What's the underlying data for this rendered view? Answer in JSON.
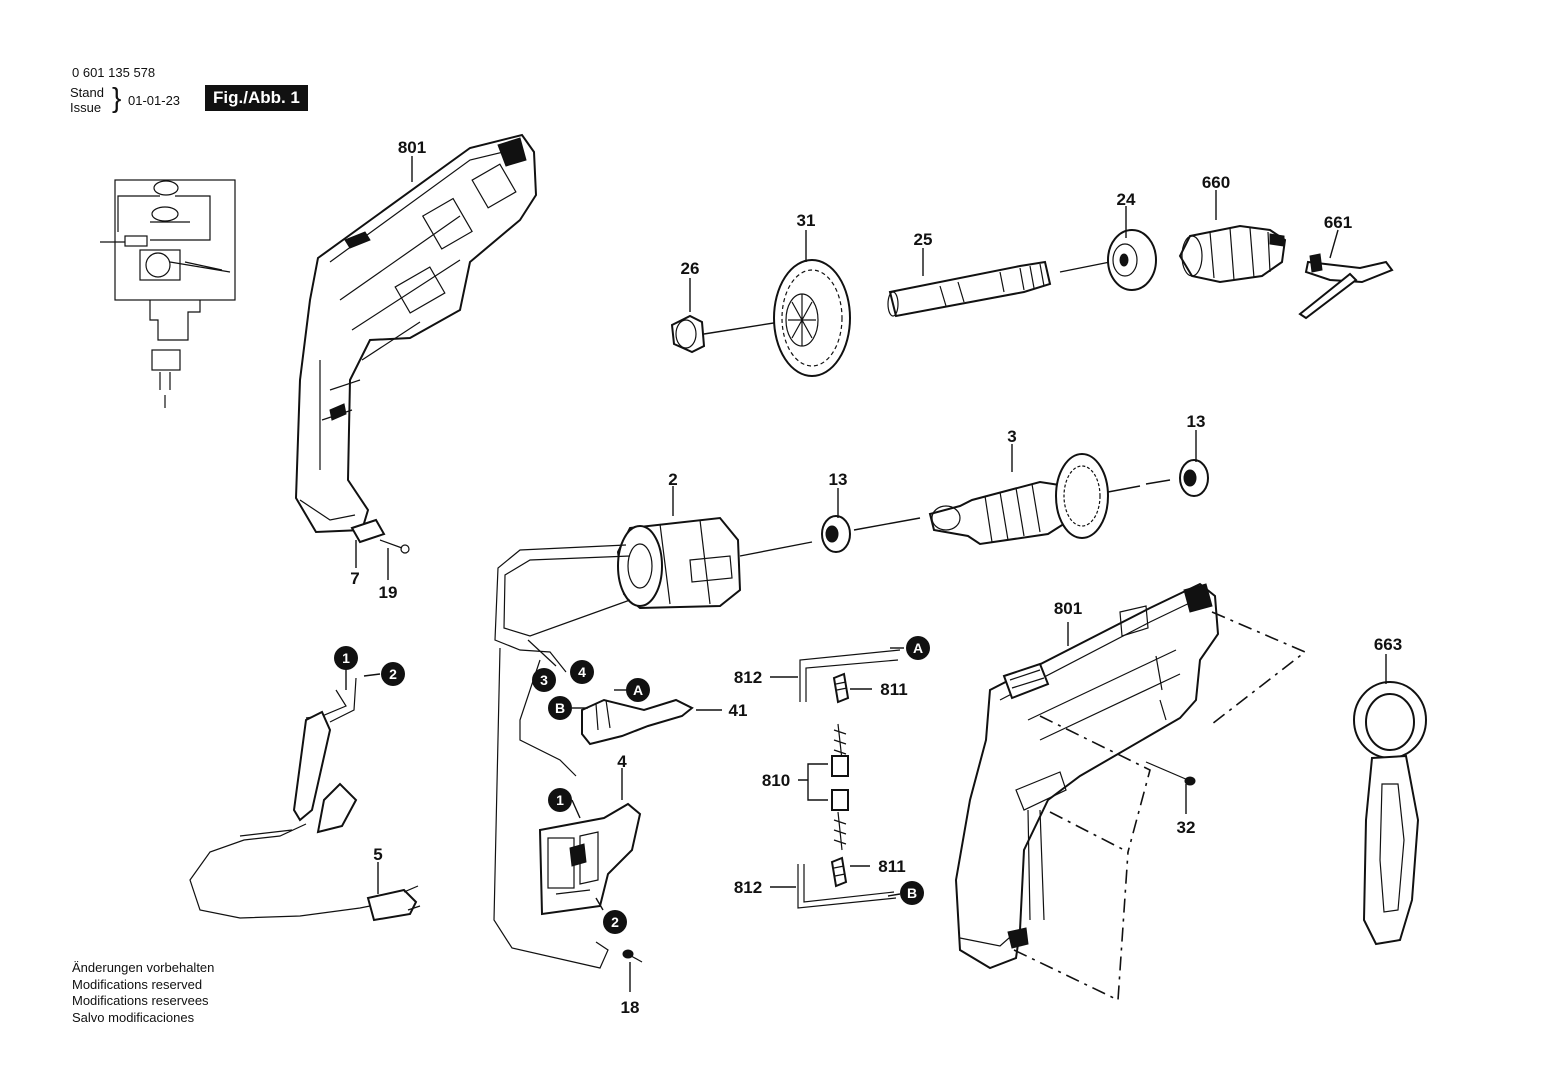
{
  "header": {
    "part_number": "0 601 135 578",
    "stand_label": "Stand",
    "issue_label": "Issue",
    "date": "01-01-23",
    "figure_label": "Fig./Abb. 1"
  },
  "footer": {
    "lines": [
      "Änderungen vorbehalten",
      "Modifications reserved",
      "Modifications reservees",
      "Salvo modificaciones"
    ]
  },
  "callouts": {
    "c801a": "801",
    "c801b": "801",
    "c31": "31",
    "c25": "25",
    "c24": "24",
    "c660": "660",
    "c661": "661",
    "c26": "26",
    "c2": "2",
    "c13a": "13",
    "c13b": "13",
    "c3": "3",
    "c7": "7",
    "c19": "19",
    "c5": "5",
    "c18": "18",
    "c4": "4",
    "c41": "41",
    "c812a": "812",
    "c812b": "812",
    "c811a": "811",
    "c811b": "811",
    "c810": "810",
    "c32": "32",
    "c663": "663"
  },
  "badges": {
    "b1a": "1",
    "b2a": "2",
    "b3": "3",
    "b4": "4",
    "b1b": "1",
    "b2b": "2",
    "bA1": "A",
    "bA2": "A",
    "bB1": "B",
    "bB2": "B"
  }
}
